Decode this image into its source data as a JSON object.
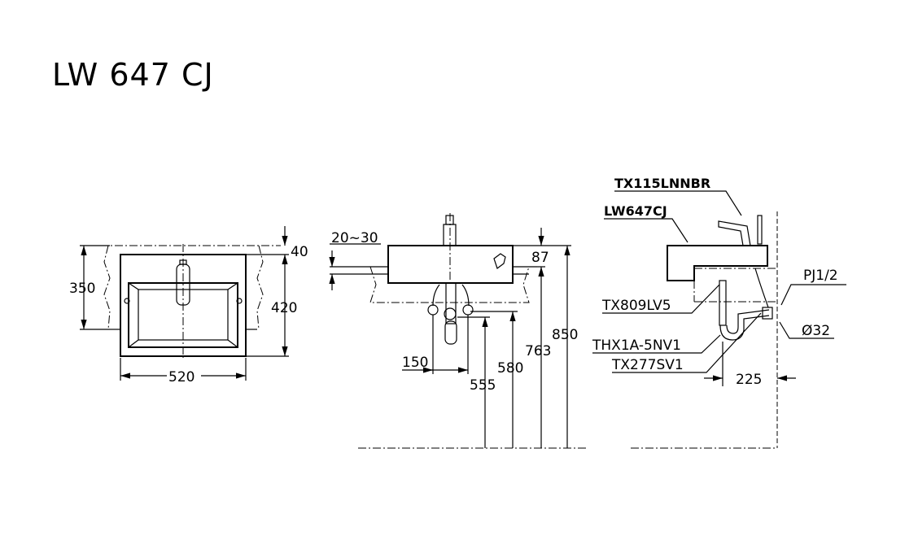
{
  "title": "LW 647 CJ",
  "top_view": {
    "dim_width": "520",
    "dim_depth_inner": "350",
    "dim_depth_outer": "420",
    "dim_offset": "40"
  },
  "front_view": {
    "dim_wall_gap": "20~30",
    "dim_thickness": "87",
    "dim_height_total": "850",
    "dim_height_bottom": "763",
    "dim_supply_height": "580",
    "dim_drain_height": "555",
    "dim_supply_spacing": "150"
  },
  "side_view": {
    "faucet_model": "TX115LNNBR",
    "basin_model": "LW647CJ",
    "waste_model": "TX809LV5",
    "trap_model": "THX1A-5NV1",
    "stop_valve_model": "TX277SV1",
    "supply_thread": "PJ1/2",
    "drain_diameter": "Ø32",
    "dim_trap_offset": "225"
  }
}
